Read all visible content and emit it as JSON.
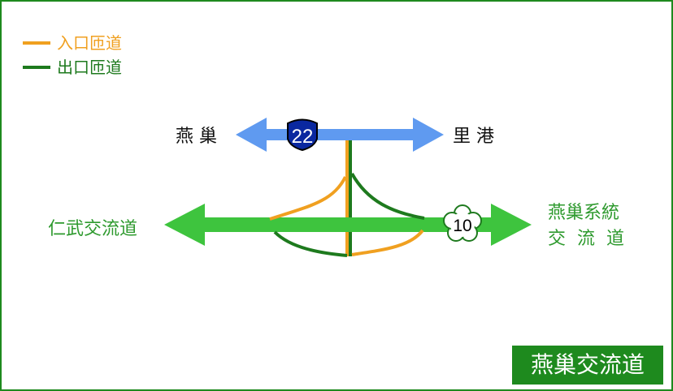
{
  "legend": {
    "entrance": {
      "label": "入口匝道",
      "color": "#f0a020"
    },
    "exit": {
      "label": "出口匝道",
      "color": "#1e7a1e"
    }
  },
  "roads": {
    "provincial": {
      "shield_number": "22",
      "west_label": "燕 巢",
      "east_label": "里 港",
      "color": "#5f9af0"
    },
    "freeway": {
      "shield_number": "10",
      "west_label": "仁武交流道",
      "east_label_line1": "燕巢系統",
      "east_label_line2": "交  流  道",
      "color": "#3ec43e"
    }
  },
  "title": "燕巢交流道",
  "colors": {
    "border": "#1e8a1e",
    "label_dark": "#111111",
    "label_green": "#2e9a2e",
    "shield_blue": "#0a28a0"
  }
}
